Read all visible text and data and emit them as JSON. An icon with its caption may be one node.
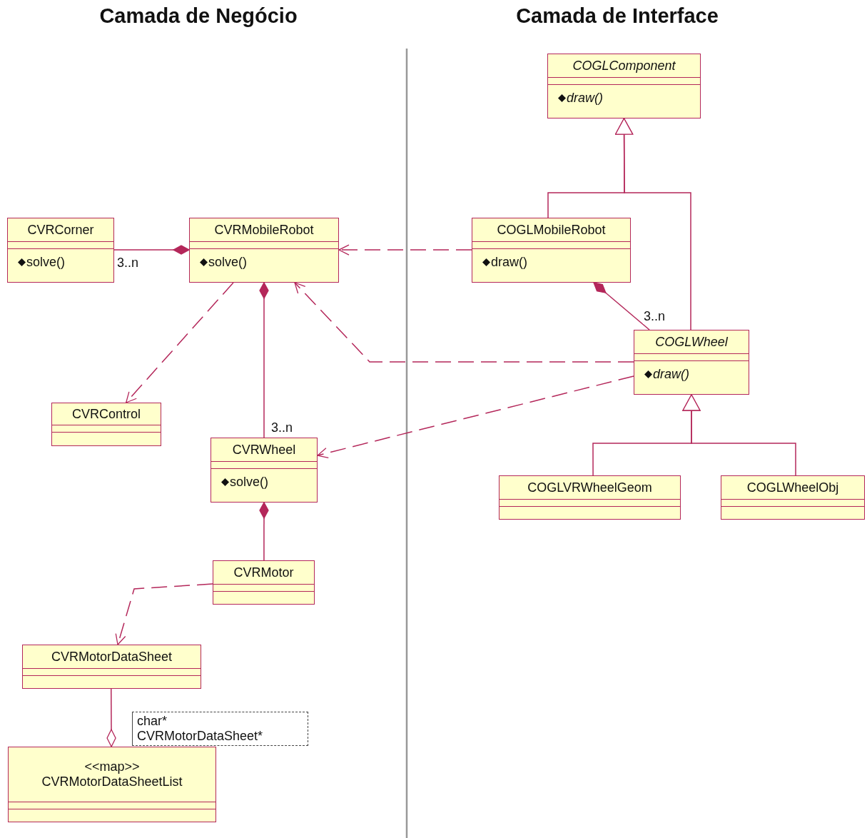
{
  "diagram": {
    "nodes": [
      {
        "text": [
          "CVRCorner",
          "solve()"
        ]
      },
      {
        "text": [
          "CVRMobileRobot",
          "solve()"
        ]
      },
      {
        "text": [
          "CVRControl"
        ]
      },
      {
        "text": [
          "CVRWheel",
          "solve()"
        ]
      },
      {
        "text": [
          "CVRMotor"
        ]
      },
      {
        "text": [
          "CVRMotorDataSheet"
        ]
      },
      {
        "text": [
          "<<map>>",
          "CVRMotorDataSheetList"
        ]
      },
      {
        "text": [
          "char*",
          "CVRMotorDataSheet*"
        ]
      },
      {
        "text": [
          "COGLComponent",
          "draw()"
        ]
      },
      {
        "text": [
          "COGLMobileRobot",
          "draw()"
        ]
      },
      {
        "text": [
          "COGLWheel",
          "draw()"
        ]
      },
      {
        "text": [
          "COGLVRWheelGeom"
        ]
      },
      {
        "text": [
          "COGLWheelObj"
        ]
      }
    ],
    "edges": [
      {
        "from": 1,
        "to": 0,
        "arrow": "other",
        "label": "3..n"
      },
      {
        "from": 9,
        "to": 1,
        "arrow": "to",
        "style": "dashed"
      },
      {
        "from": 1,
        "to": 2,
        "arrow": "to",
        "style": "dashed"
      },
      {
        "from": 1,
        "to": 3,
        "arrow": "other",
        "label": "3..n"
      },
      {
        "from": 10,
        "to": 1,
        "arrow": "to",
        "style": "dashed"
      },
      {
        "from": 10,
        "to": 3,
        "arrow": "to",
        "style": "dashed"
      },
      {
        "from": 9,
        "to": 10,
        "arrow": "other",
        "label": "3..n"
      },
      {
        "from": 9,
        "to": 8,
        "arrow": "to"
      },
      {
        "from": 10,
        "to": 8,
        "arrow": "to"
      },
      {
        "from": 11,
        "to": 10,
        "arrow": "to"
      },
      {
        "from": 12,
        "to": 10,
        "arrow": "to"
      },
      {
        "from": 3,
        "to": 4,
        "arrow": "other"
      },
      {
        "from": 4,
        "to": 5,
        "arrow": "to",
        "style": "dashed"
      },
      {
        "from": 6,
        "to": 5,
        "arrow": "other"
      }
    ],
    "labels": [
      "Camada de Negócio",
      "Camada de Interface"
    ]
  }
}
